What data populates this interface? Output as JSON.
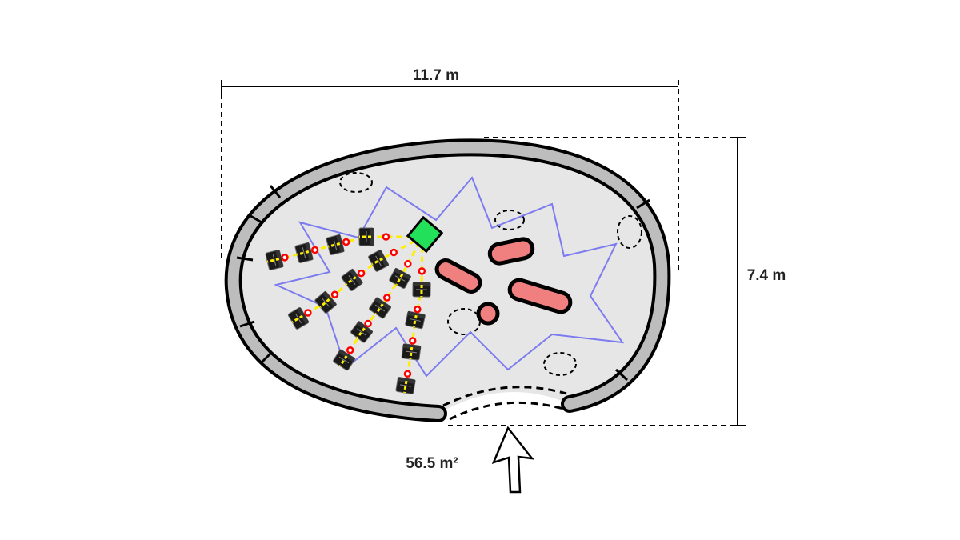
{
  "dimensions": {
    "width_label": "11.7 m",
    "height_label": "7.4 m",
    "area_label": "56.5 m²"
  },
  "colors": {
    "floor": "#e6e6e6",
    "wall": "#bdbdbd",
    "stage": "#22e05a",
    "obstacle": "#f08080",
    "boundary": "#7b7bef",
    "link": "#ffee00",
    "node": "#ff0000"
  },
  "icons": {
    "entrance": "arrow-up-icon",
    "seat": "chair-icon",
    "stage": "square-icon"
  }
}
